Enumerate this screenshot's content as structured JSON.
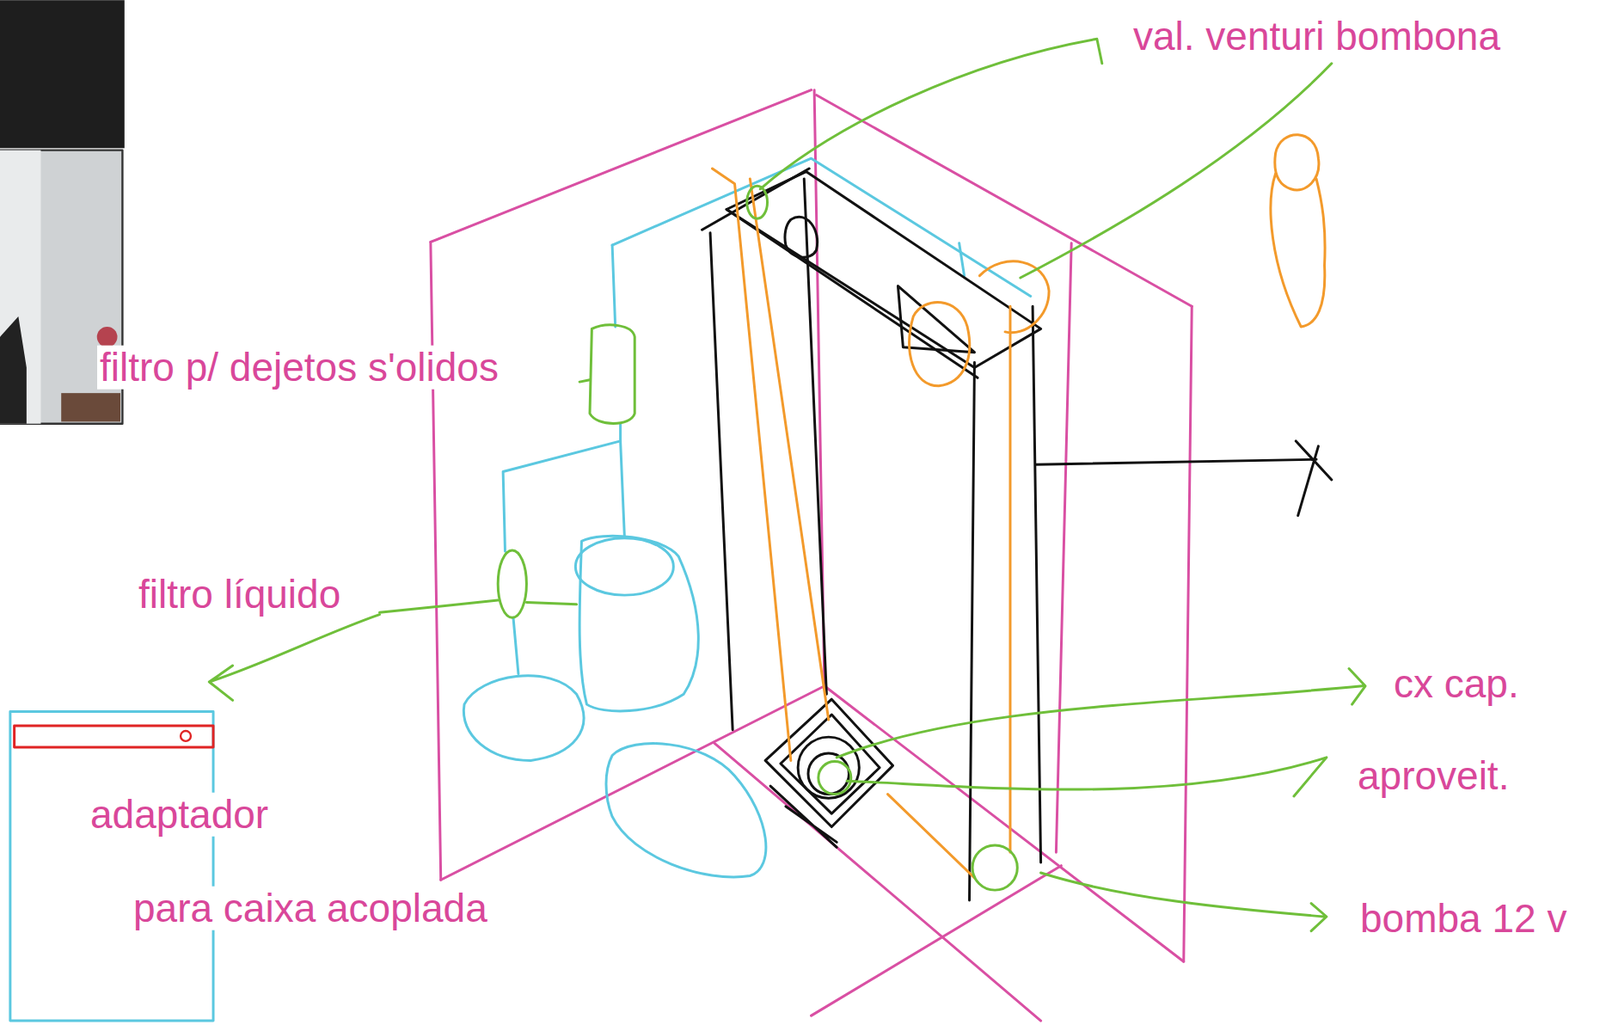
{
  "diagram": {
    "labels": [
      "val. venturi bombona",
      "filtro p/ dejetos s'olidos",
      "filtro líquido",
      "adaptador",
      "para caixa acoplada",
      "cx cap.",
      "aproveit.",
      "bomba 12 v"
    ]
  }
}
